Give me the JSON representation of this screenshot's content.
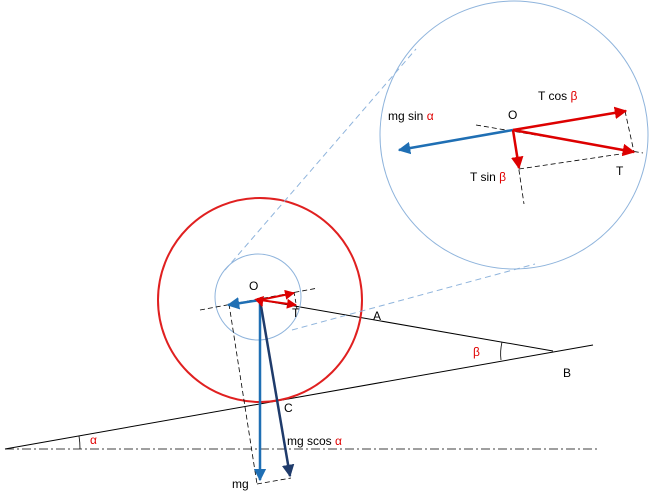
{
  "labels": {
    "O_main": "O",
    "T_main": "T",
    "A": "A",
    "B": "B",
    "C": "C",
    "beta_main": "β",
    "alpha_main": "α",
    "mg": "mg",
    "mg_cos_text": "mg scos ",
    "mg_cos_greek": "α",
    "zoom_O": "O",
    "zoom_T": "T",
    "mg_sin_text": "mg sin ",
    "mg_sin_greek": "α",
    "T_cos_text": "T cos ",
    "T_cos_greek": "β",
    "T_sin_text": "T sin ",
    "T_sin_greek": "β"
  },
  "colors": {
    "big_circle": "#e02020",
    "zoom_circle": "#8fb4dc",
    "blue_force": "#1f6fb4",
    "navy_force": "#1f3b6b",
    "red_force": "#dd0000",
    "greek_text": "#e00000",
    "line": "#000000"
  }
}
